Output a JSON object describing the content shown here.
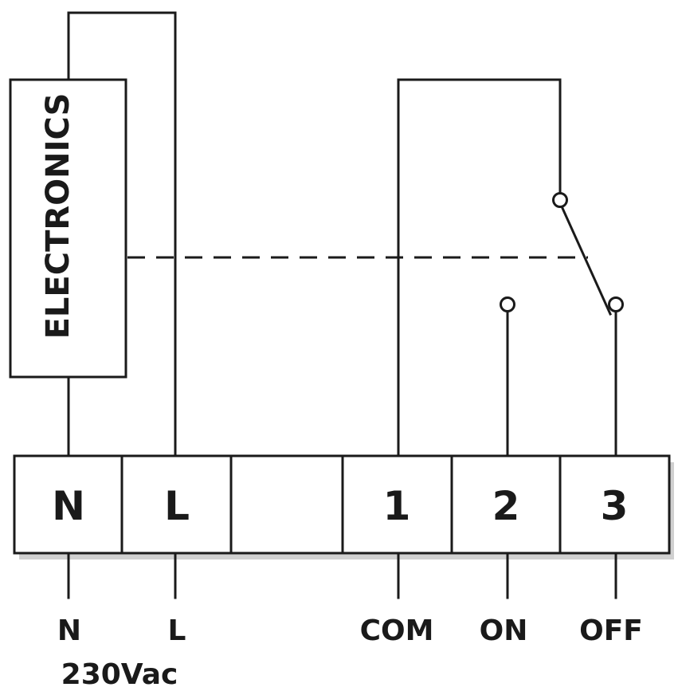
{
  "electronics_box": {
    "label": "ELECTRONICS"
  },
  "terminals": [
    {
      "id": "N",
      "label": "N"
    },
    {
      "id": "L",
      "label": "L"
    },
    {
      "id": "blank",
      "label": ""
    },
    {
      "id": "1",
      "label": "1"
    },
    {
      "id": "2",
      "label": "2"
    },
    {
      "id": "3",
      "label": "3"
    }
  ],
  "wire_labels": {
    "n": "N",
    "l": "L",
    "voltage": "230Vac",
    "com": "COM",
    "on": "ON",
    "off": "OFF"
  },
  "colors": {
    "line": "#1a1a1a",
    "background": "#ffffff"
  }
}
